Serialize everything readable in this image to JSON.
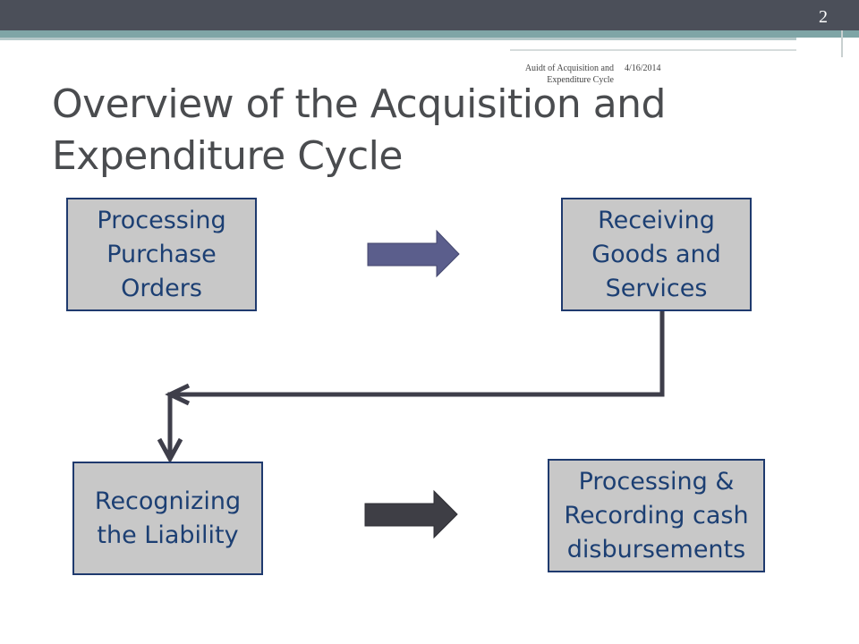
{
  "slide": {
    "number": "2",
    "header_doc": "Auidt of Acquisition and Expenditure Cycle",
    "header_date": "4/16/2014",
    "title": "Overview of the Acquisition and Expenditure Cycle"
  },
  "diagram": {
    "nodes": [
      {
        "id": "box1",
        "label": "Processing\nPurchase\nOrders"
      },
      {
        "id": "box2",
        "label": "Receiving\nGoods and\nServices"
      },
      {
        "id": "box3",
        "label": "Recognizing\nthe Liability"
      },
      {
        "id": "box4",
        "label": "Processing &\nRecording cash\ndisbursements"
      }
    ],
    "edges": [
      {
        "from": "box1",
        "to": "box2",
        "style": "block-arrow",
        "color": "#5b5e8c"
      },
      {
        "from": "box2",
        "to": "box3",
        "style": "elbow-line",
        "color": "#3e3e4a"
      },
      {
        "from": "box3",
        "to": "box4",
        "style": "block-arrow",
        "color": "#3e3e45"
      }
    ]
  },
  "colors": {
    "box_fill": "#c8c8c8",
    "box_border": "#1f3a6e",
    "box_text": "#1c3f73",
    "topbar": "#4b4f59",
    "accent_stripe": "#7fa5a6"
  }
}
